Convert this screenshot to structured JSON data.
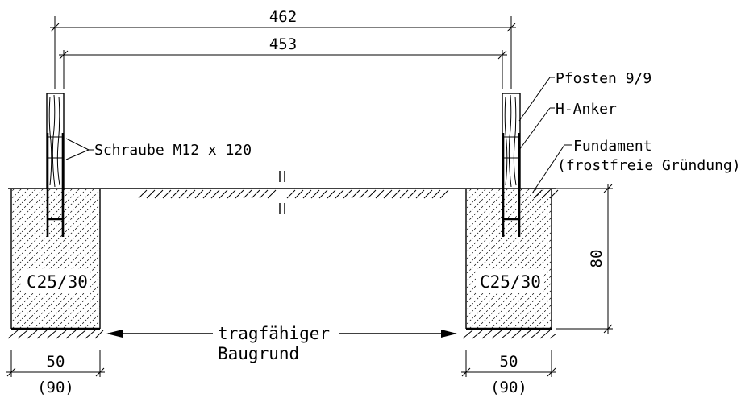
{
  "labels": {
    "post": "Pfosten 9/9",
    "anchor": "H-Anker",
    "foundation_line1": "Fundament",
    "foundation_line2": "(frostfreie Gründung)",
    "screw": "Schraube M12 x 120",
    "concrete_left": "C25/30",
    "concrete_right": "C25/30",
    "ground_line1": "tragfähiger",
    "ground_line2": "Baugrund"
  },
  "dimensions": {
    "overall_span": "462",
    "clear_span": "453",
    "footing_depth": "80",
    "footing_width_left": "50",
    "footing_width_left_alt": "(90)",
    "footing_width_right": "50",
    "footing_width_right_alt": "(90)"
  },
  "colors": {
    "line": "#000000",
    "background": "#ffffff"
  }
}
